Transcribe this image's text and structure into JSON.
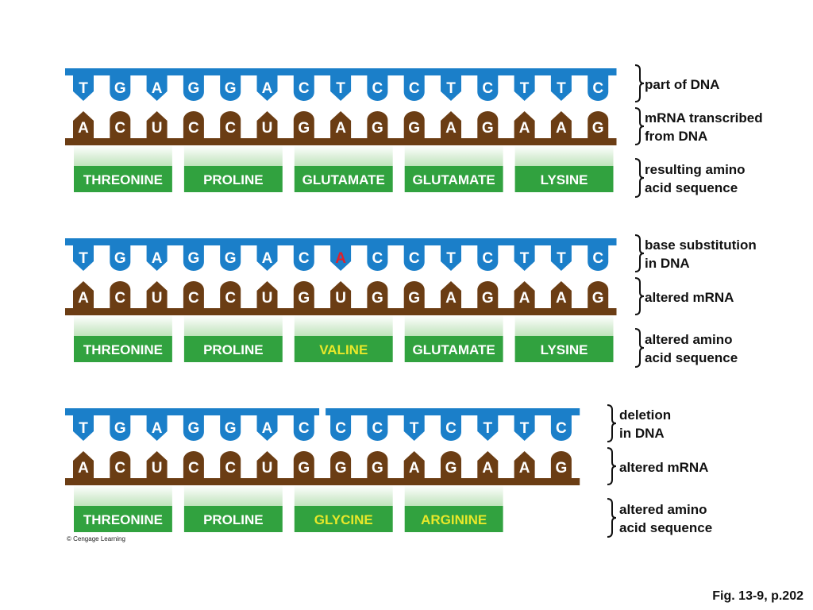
{
  "colors": {
    "dna": "#1b7fc9",
    "mrna": "#6b3d14",
    "amino": "#31a23f",
    "amino_fade": "#c8e8c6",
    "normal_text": "#ffffff",
    "changed_text": "#e8e82a",
    "substituted_base": "#e0202a"
  },
  "panels": [
    {
      "dna_segments": [
        [
          "T",
          "G",
          "A",
          "G",
          "G",
          "A",
          "C",
          "T",
          "C",
          "C",
          "T",
          "C",
          "T",
          "T",
          "C"
        ]
      ],
      "mrna": [
        "A",
        "C",
        "U",
        "C",
        "C",
        "U",
        "G",
        "A",
        "G",
        "G",
        "A",
        "G",
        "A",
        "A",
        "G"
      ],
      "amino_acids": [
        {
          "name": "THREONINE",
          "changed": false
        },
        {
          "name": "PROLINE",
          "changed": false
        },
        {
          "name": "GLUTAMATE",
          "changed": false
        },
        {
          "name": "GLUTAMATE",
          "changed": false
        },
        {
          "name": "LYSINE",
          "changed": false
        }
      ],
      "labels": [
        {
          "lines": [
            "part of DNA"
          ]
        },
        {
          "lines": [
            "mRNA transcribed",
            "from DNA"
          ]
        },
        {
          "lines": [
            "resulting amino",
            "acid sequence"
          ]
        }
      ]
    },
    {
      "dna_segments": [
        [
          "T",
          "G",
          "A",
          "G",
          "G",
          "A",
          "C",
          "A",
          "C",
          "C",
          "T",
          "C",
          "T",
          "T",
          "C"
        ]
      ],
      "substituted_index": 7,
      "mrna": [
        "A",
        "C",
        "U",
        "C",
        "C",
        "U",
        "G",
        "U",
        "G",
        "G",
        "A",
        "G",
        "A",
        "A",
        "G"
      ],
      "amino_acids": [
        {
          "name": "THREONINE",
          "changed": false
        },
        {
          "name": "PROLINE",
          "changed": false
        },
        {
          "name": "VALINE",
          "changed": true
        },
        {
          "name": "GLUTAMATE",
          "changed": false
        },
        {
          "name": "LYSINE",
          "changed": false
        }
      ],
      "labels": [
        {
          "lines": [
            "base substitution",
            "in DNA"
          ]
        },
        {
          "lines": [
            "altered mRNA"
          ]
        },
        {
          "lines": [
            "altered amino",
            "acid sequence"
          ]
        }
      ]
    },
    {
      "dna_segments": [
        [
          "T",
          "G",
          "A",
          "G",
          "G",
          "A",
          "C"
        ],
        [
          "C",
          "C",
          "T",
          "C",
          "T",
          "T",
          "C"
        ]
      ],
      "mrna": [
        "A",
        "C",
        "U",
        "C",
        "C",
        "U",
        "G",
        "G",
        "G",
        "A",
        "G",
        "A",
        "A",
        "G"
      ],
      "amino_acids": [
        {
          "name": "THREONINE",
          "changed": false
        },
        {
          "name": "PROLINE",
          "changed": false
        },
        {
          "name": "GLYCINE",
          "changed": true
        },
        {
          "name": "ARGININE",
          "changed": true
        }
      ],
      "labels": [
        {
          "lines": [
            "deletion",
            "in DNA"
          ]
        },
        {
          "lines": [
            "altered mRNA"
          ]
        },
        {
          "lines": [
            "altered amino",
            "acid sequence"
          ]
        }
      ]
    }
  ],
  "credit": "© Cengage Learning",
  "caption": "Fig. 13-9, p.202"
}
